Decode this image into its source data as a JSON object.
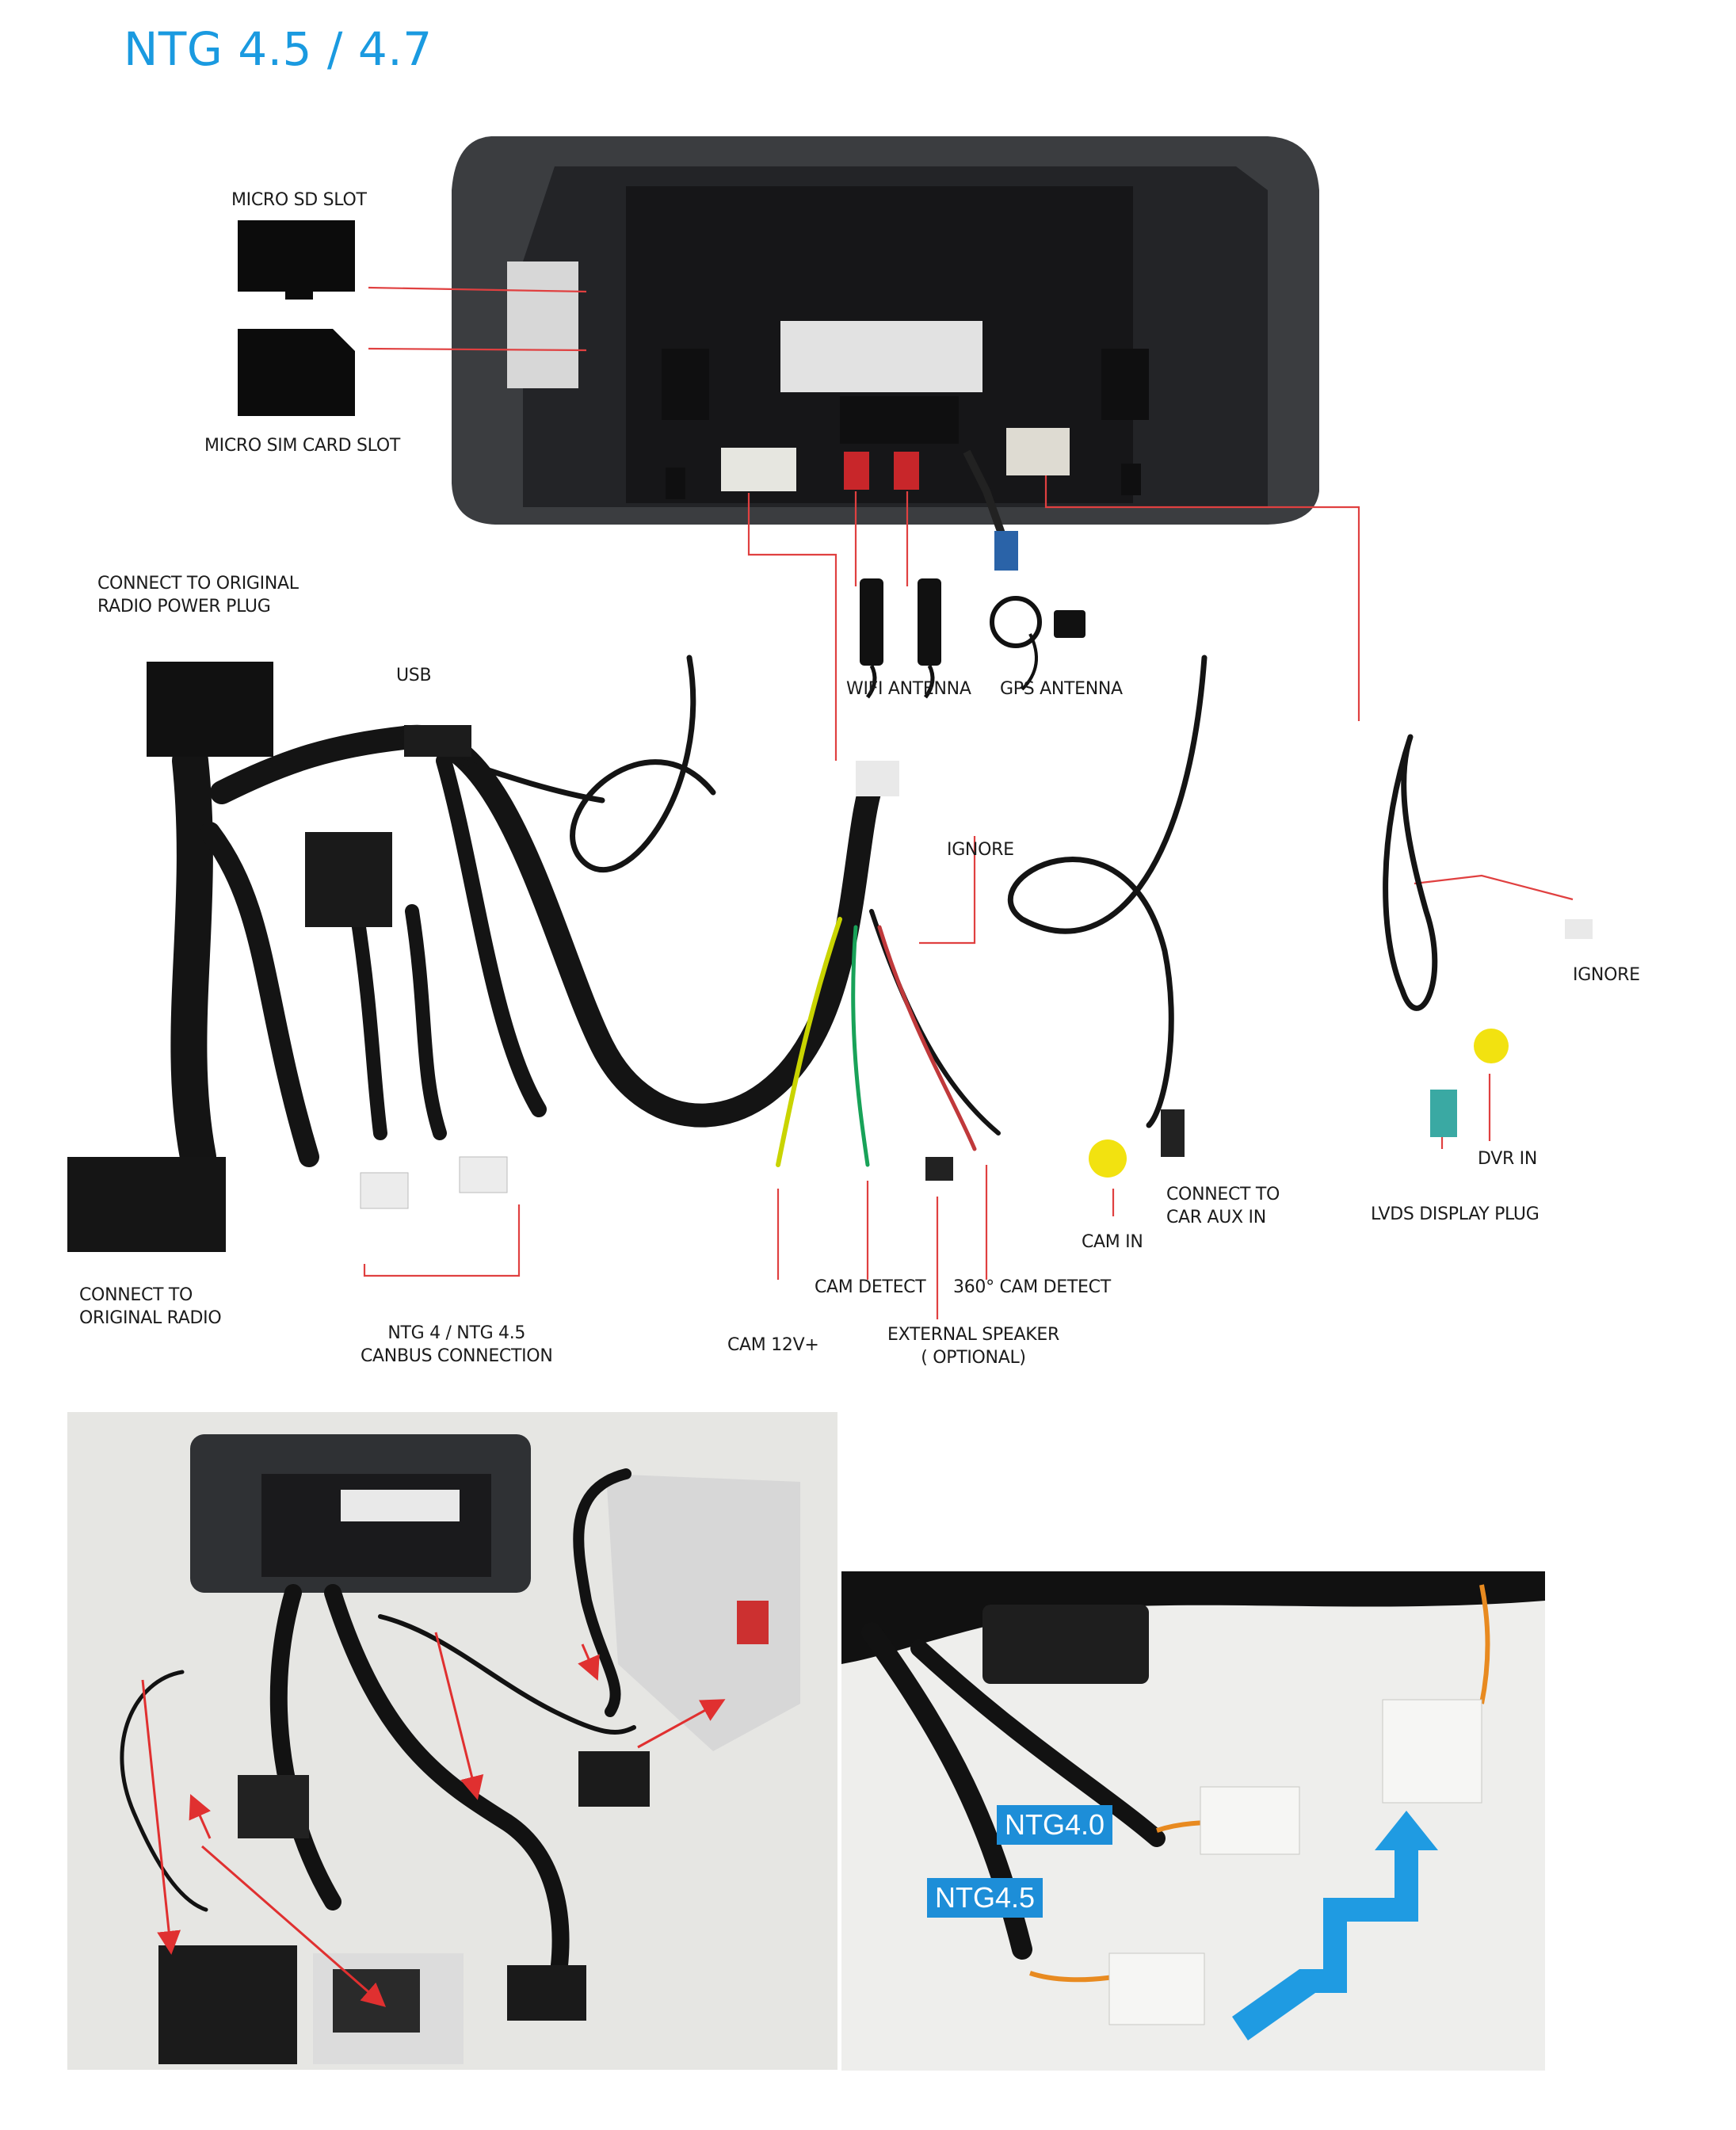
{
  "page": {
    "title": "NTG 4.5 / 4.7"
  },
  "labels": {
    "micro_sd_slot": "MICRO SD SLOT",
    "micro_sim_slot": "MICRO SIM CARD SLOT",
    "connect_power_plug": "CONNECT TO ORIGINAL\nRADIO POWER PLUG",
    "usb": "USB",
    "wifi_antenna": "WIFI ANTENNA",
    "gps_antenna": "GPS ANTENNA",
    "ignore_1": "IGNORE",
    "ignore_2": "IGNORE",
    "connect_original_radio": "CONNECT TO\nORIGINAL RADIO",
    "canbus_connection": "NTG 4 / NTG 4.5\nCANBUS CONNECTION",
    "cam_12v": "CAM 12V+",
    "cam_detect": "CAM DETECT",
    "cam_360_detect": "360° CAM DETECT",
    "external_speaker": "EXTERNAL SPEAKER\n( OPTIONAL)",
    "cam_in": "CAM IN",
    "connect_car_aux": "CONNECT TO\nCAR AUX IN",
    "dvr_in": "DVR IN",
    "lvds_display_plug": "LVDS DISPLAY PLUG"
  },
  "photo_tags": {
    "ntg40": "NTG4.0",
    "ntg45": "NTG4.5"
  },
  "colors": {
    "title_blue": "#1a9ae0",
    "leader_red": "#e04040",
    "tag_blue": "#1d8ed8",
    "arrow_blue": "#1f9be2"
  }
}
